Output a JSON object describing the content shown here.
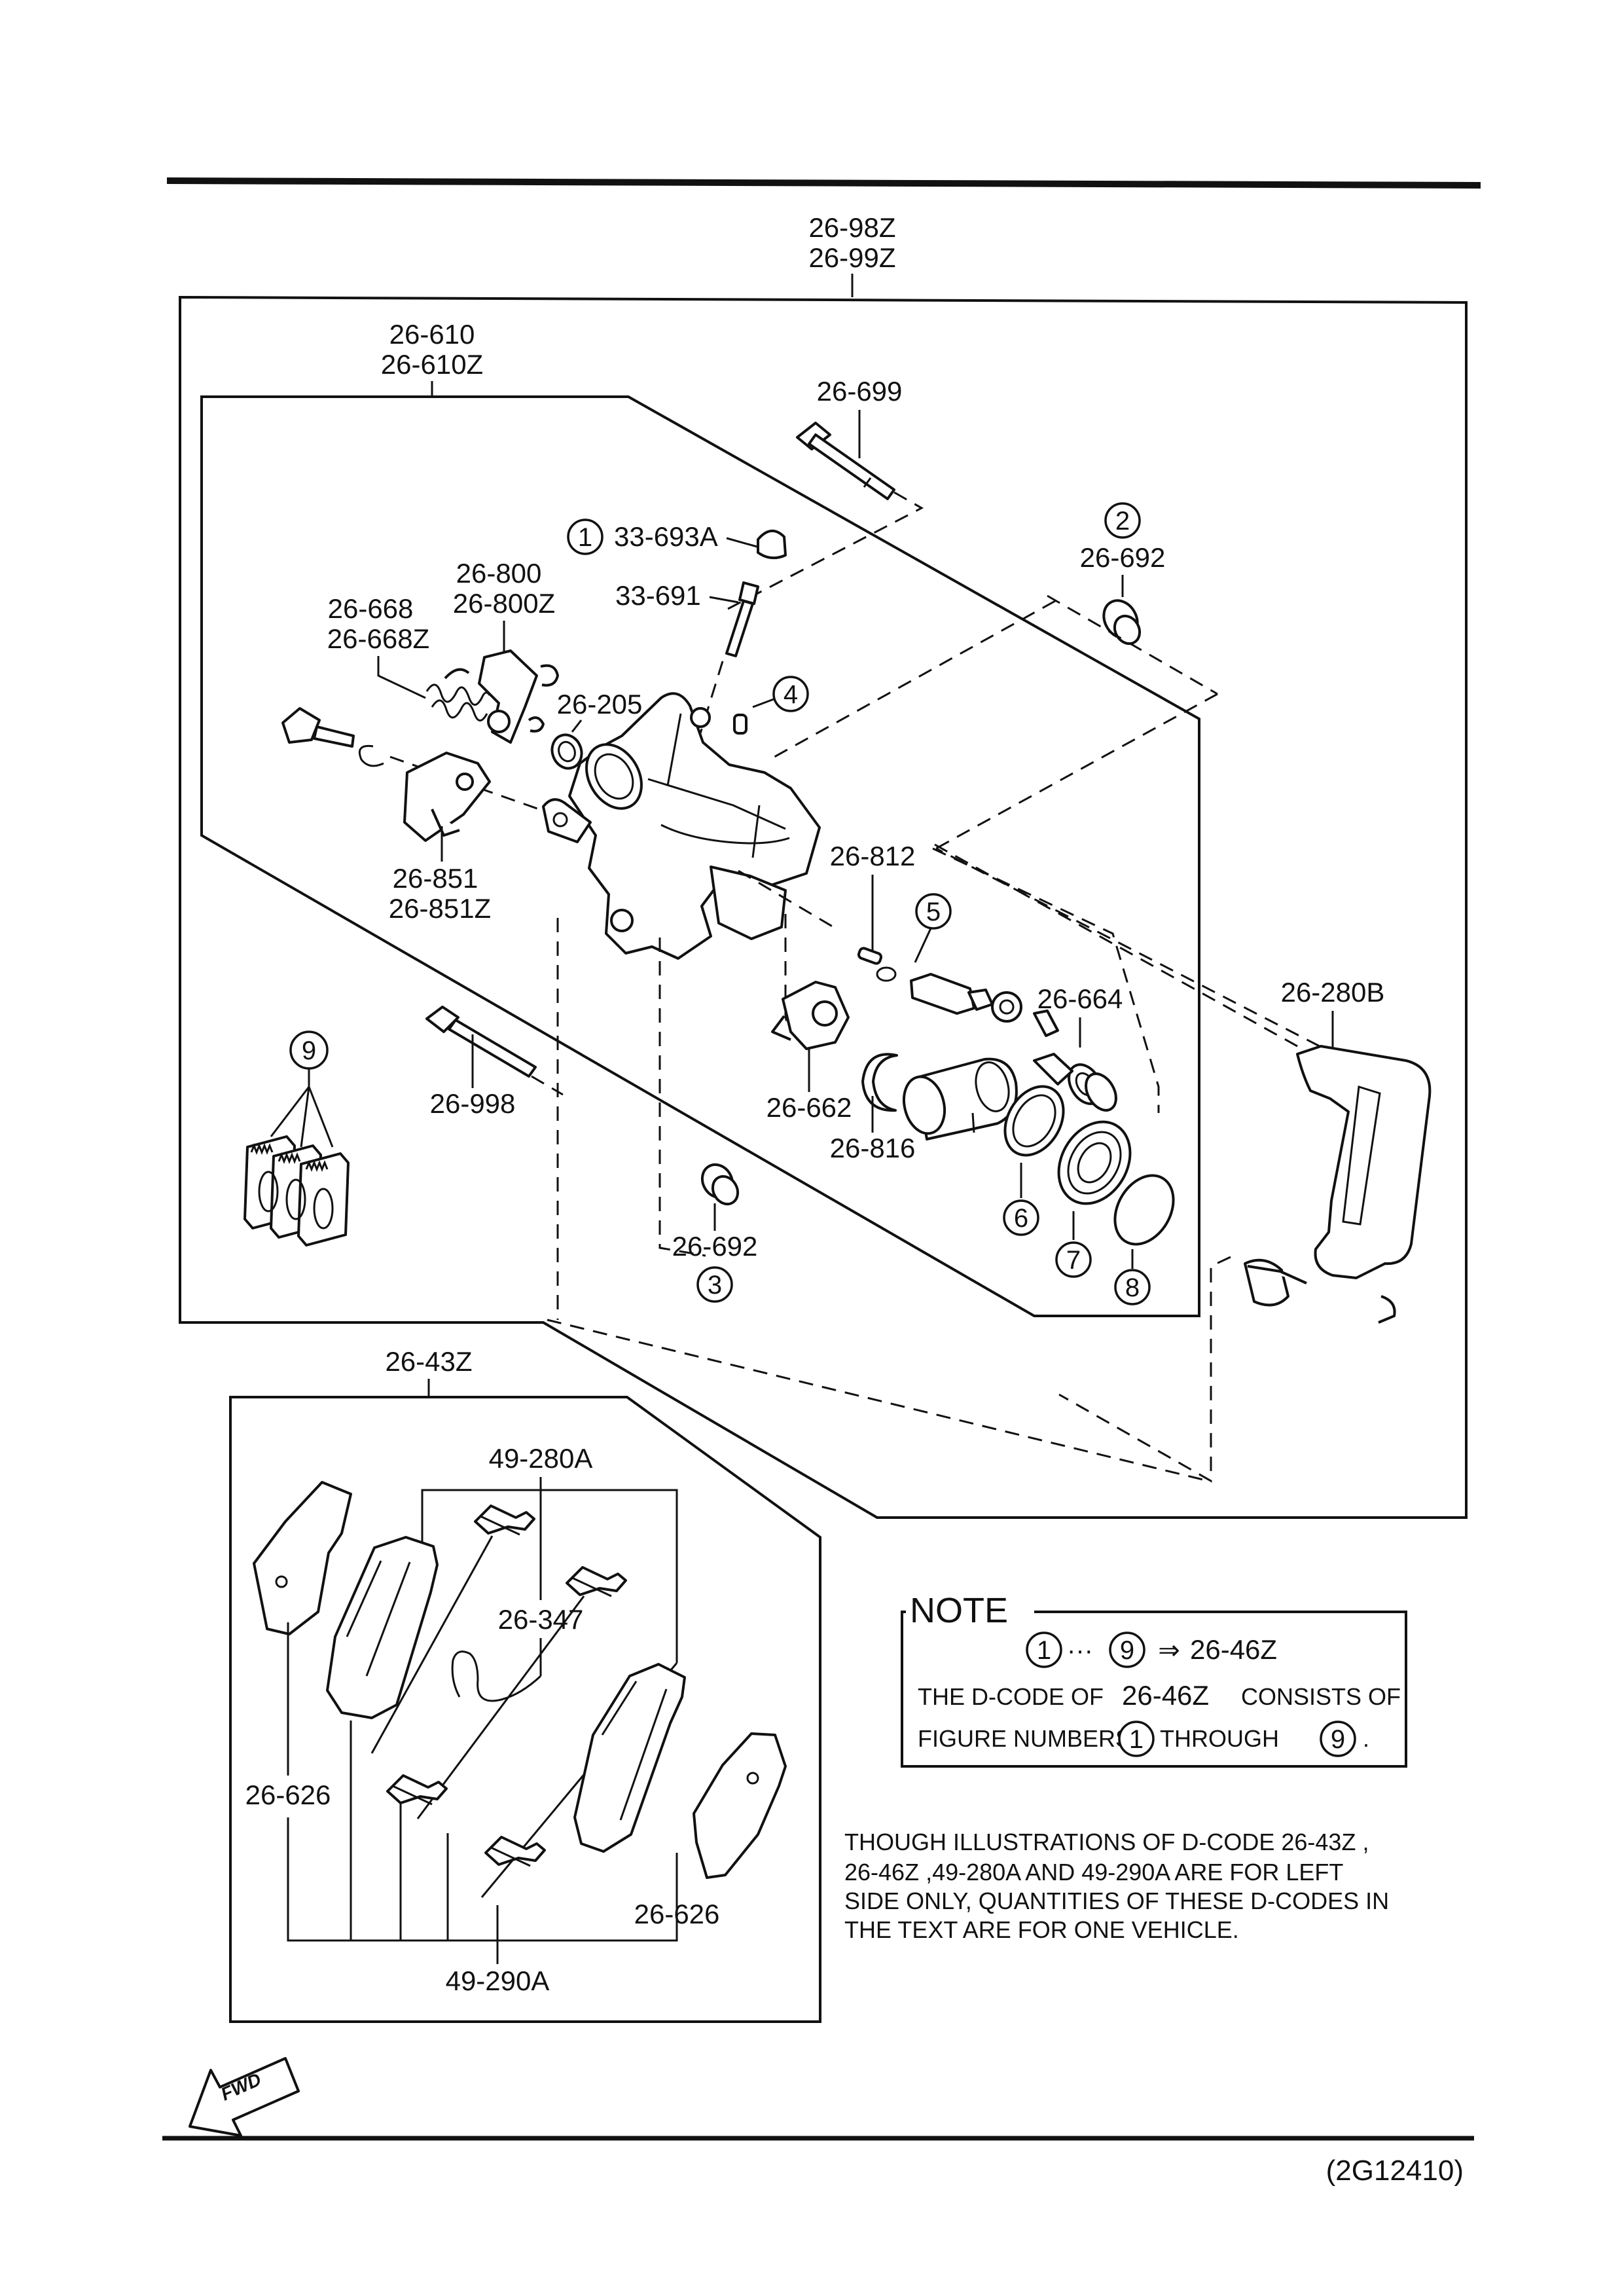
{
  "diagram": {
    "assembly_labels": {
      "top": [
        "26-98Z",
        "26-99Z"
      ],
      "caliper": [
        "26-610",
        "26-610Z"
      ],
      "pad_kit": "26-43Z"
    },
    "part_labels": {
      "p26_699": "26-699",
      "p33_693A": "33-693A",
      "p33_691": "33-691",
      "p26_692_top": "26-692",
      "p26_800": [
        "26-800",
        "26-800Z"
      ],
      "p26_668": [
        "26-668",
        "26-668Z"
      ],
      "p26_205": "26-205",
      "p26_851": [
        "26-851",
        "26-851Z"
      ],
      "p26_812": "26-812",
      "p26_664": "26-664",
      "p26_280B": "26-280B",
      "p26_998": "26-998",
      "p26_662": "26-662",
      "p26_816": "26-816",
      "p26_692_bottom": "26-692",
      "p49_280A": "49-280A",
      "p26_347": "26-347",
      "p26_626_left": "26-626",
      "p26_626_right": "26-626",
      "p49_290A": "49-290A"
    },
    "circled_numbers": [
      "1",
      "2",
      "3",
      "4",
      "5",
      "6",
      "7",
      "8",
      "9"
    ],
    "fwd_label": "FWD"
  },
  "note": {
    "title": "NOTE",
    "range_from": "1",
    "range_dots": "···",
    "range_to": "9",
    "arrow": "⇒",
    "range_code": "26-46Z",
    "line1_a": "THE D-CODE OF",
    "line1_code": "26-46Z",
    "line1_b": "CONSISTS OF",
    "line2_a": "FIGURE NUMBERS",
    "line2_from": "1",
    "line2_b": "THROUGH",
    "line2_to": "9",
    "line2_end": "."
  },
  "caption": {
    "line1": "THOUGH ILLUSTRATIONS OF D-CODE 26-43Z ,",
    "line2": "26-46Z ,49-280A AND 49-290A ARE FOR LEFT",
    "line3": "SIDE ONLY, QUANTITIES OF THESE D-CODES IN",
    "line4": "THE TEXT ARE FOR ONE VEHICLE."
  },
  "footer": {
    "figure_code": "(2G12410)"
  }
}
